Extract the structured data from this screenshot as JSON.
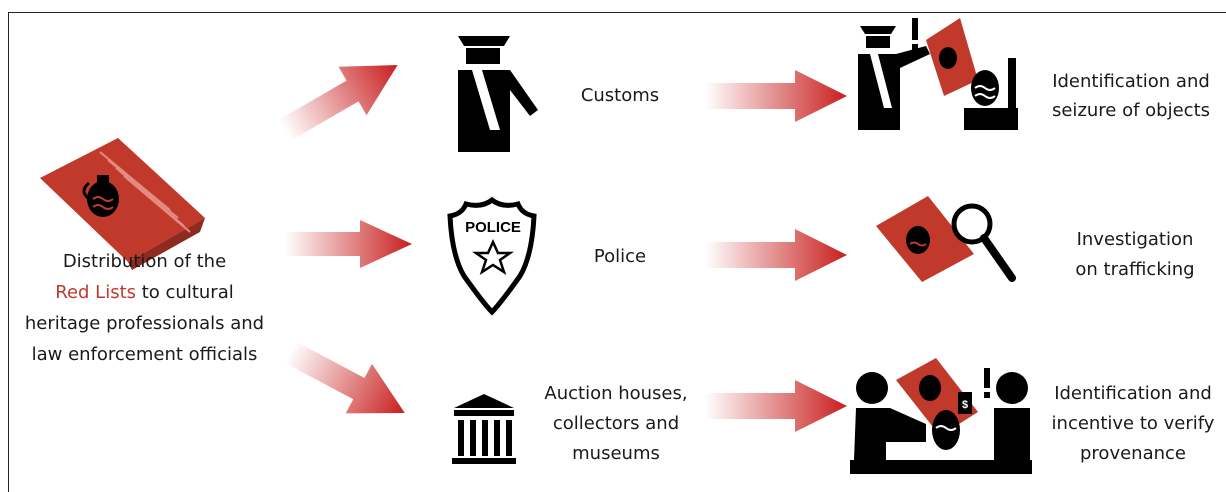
{
  "source": {
    "line1": "Distribution of the",
    "red_lists": "Red Lists",
    "line2_rest": " to cultural",
    "line3": "heritage professionals and",
    "line4": "law enforcement officials"
  },
  "actors": {
    "customs": "Customs",
    "police": "Police",
    "police_badge": "POLICE",
    "auction_line1": "Auction houses,",
    "auction_line2": "collectors and",
    "auction_line3": "museums"
  },
  "outcomes": {
    "customs_line1": "Identification and",
    "customs_line2": "seizure of objects",
    "police_line1": "Investigation",
    "police_line2": "on trafficking",
    "auction_line1": "Identification and",
    "auction_line2": "incentive to verify",
    "auction_line3": "provenance"
  },
  "colors": {
    "arrow": "#c81e1e",
    "doc": "#c0392b",
    "red_text": "#c0392b",
    "icon": "#000000"
  }
}
